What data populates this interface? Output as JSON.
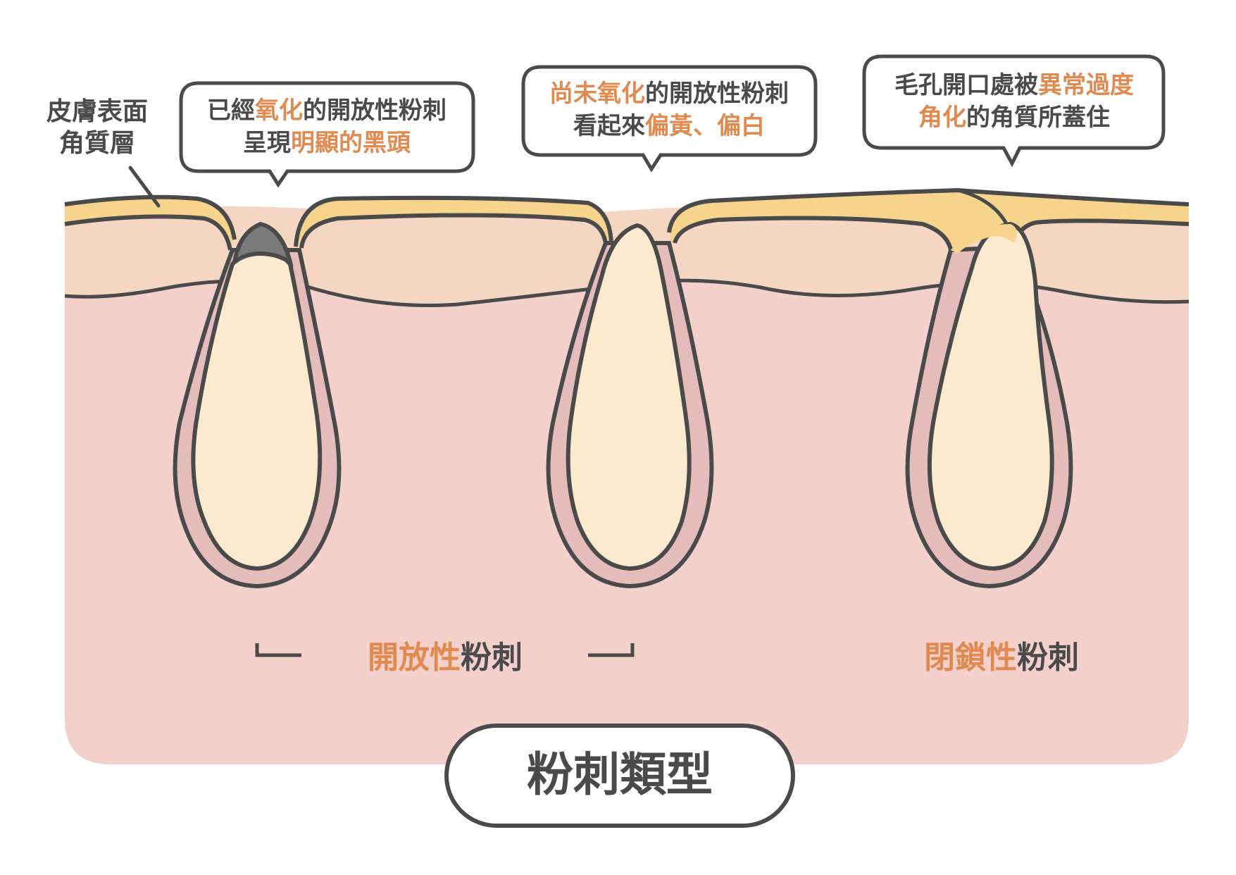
{
  "title": "粉刺類型",
  "colors": {
    "outline": "#4a4a4a",
    "accent_text": "#e08a4f",
    "dermis": "#f4d0cd",
    "epidermis": "#f5d6c3",
    "stratum_corneum": "#f6d48c",
    "sebum_plug": "#fbeacf",
    "follicle_wall": "#e5bcbc",
    "oxidized_tip": "#7a7a7a"
  },
  "label_corneum": {
    "line1": "皮膚表面",
    "line2": "角質層"
  },
  "bubble_blackhead": {
    "l1_a": "已經",
    "l1_b": "氧化",
    "l1_c": "的開放性粉刺",
    "l2_a": "呈現",
    "l2_b": "明顯的黑頭"
  },
  "bubble_whitehead": {
    "l1_a": "尚未氧化",
    "l1_b": "的開放性粉刺",
    "l2_a": "看起來",
    "l2_b": "偏黃、偏白"
  },
  "bubble_closed": {
    "l1_a": "毛孔開口處被",
    "l1_b": "異常過度",
    "l2_a": "角化",
    "l2_b": "的角質所蓋住"
  },
  "open_label": {
    "accent": "開放性",
    "plain": "粉刺"
  },
  "closed_label": {
    "accent": "閉鎖性",
    "plain": "粉刺"
  },
  "icons": [
    "speech-bubble",
    "pointer-line",
    "bracket"
  ]
}
